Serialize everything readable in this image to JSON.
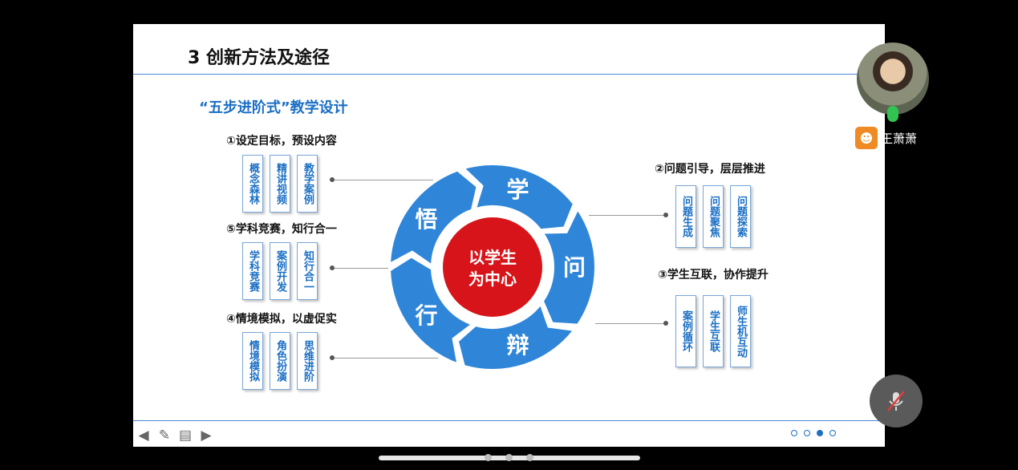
{
  "slide": {
    "title": "3 创新方法及途径",
    "subtitle": "“五步进阶式”教学设计",
    "center": [
      "以学生",
      "为中心"
    ],
    "cycle": [
      "学",
      "问",
      "辩",
      "行",
      "悟"
    ],
    "groups": [
      {
        "heading": "①设定目标，预设内容",
        "items": [
          "概念森林",
          "精讲视频",
          "教学案例"
        ]
      },
      {
        "heading": "②问题引导，层层推进",
        "items": [
          "问题生成",
          "问题聚焦",
          "问题探索"
        ]
      },
      {
        "heading": "③学生互联，协作提升",
        "items": [
          "案例循环",
          "学生互联",
          "师生机互动"
        ]
      },
      {
        "heading": "④情境模拟，以虚促实",
        "items": [
          "情境模拟",
          "角色扮演",
          "思维进阶"
        ]
      },
      {
        "heading": "⑤学科竞赛，知行合一",
        "items": [
          "学科竞赛",
          "案例开发",
          "知行合一"
        ]
      }
    ],
    "pager": {
      "count": 4,
      "active": 3
    },
    "nav_icons": [
      "arrow-left-icon",
      "pen-icon",
      "menu-icon",
      "arrow-right-icon"
    ]
  },
  "participant": {
    "name": "王萧萧"
  },
  "colors": {
    "primary": "#1b6fc4",
    "center": "#d7141a",
    "ring": "#2f86d9"
  }
}
